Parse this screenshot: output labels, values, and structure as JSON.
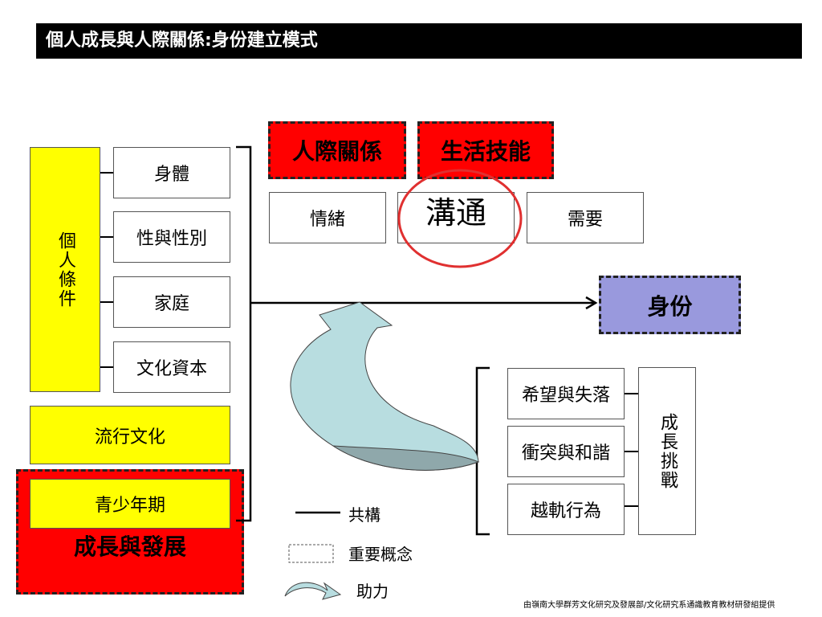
{
  "title": "個人成長與人際關係:身份建立模式",
  "left_column": {
    "label": "個人條件",
    "items": [
      "身體",
      "性與性別",
      "家庭",
      "文化資本"
    ],
    "popular_culture": "流行文化",
    "adolescence": "青少年期",
    "growth": "成長與發展"
  },
  "top_concepts": {
    "interpersonal": "人際關係",
    "life_skills": "生活技能",
    "emotion": "情緒",
    "communication": "溝通",
    "needs": "需要"
  },
  "identity": "身份",
  "challenges": {
    "label": "成長挑戰",
    "items": [
      "希望與失落",
      "衝突與和諧",
      "越軌行為"
    ]
  },
  "legend": {
    "co_construct": "共構",
    "key_concept": "重要概念",
    "assist": "助力"
  },
  "footer": "由嶺南大學群芳文化研究及發展部/文化研究系通識教育教材研發組提供",
  "colors": {
    "yellow": "#ffff00",
    "red": "#ff0000",
    "identity_purple": "#9999dd",
    "arrow_fill": "#b8dde0"
  }
}
